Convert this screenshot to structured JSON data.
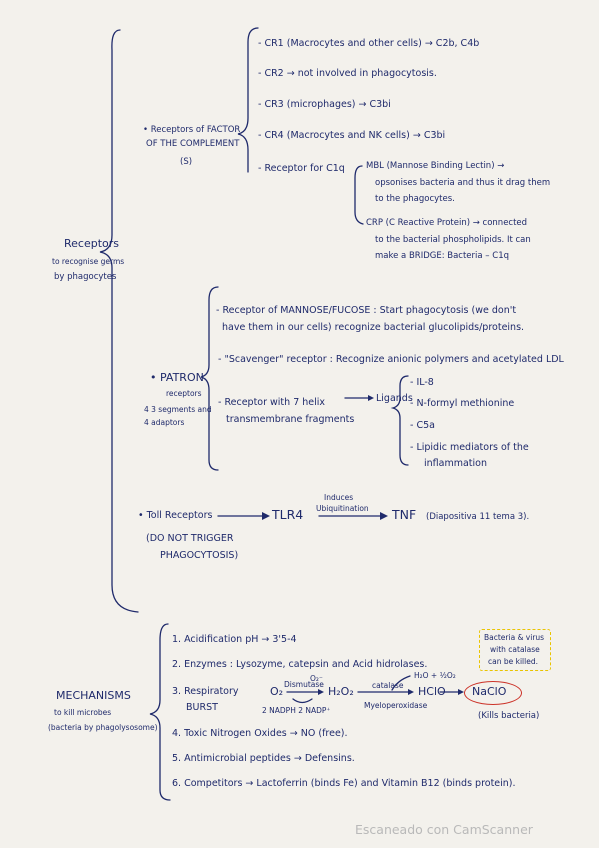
{
  "receptors": {
    "title": [
      "Receptors",
      "to recognise germs",
      "by phagocytes"
    ],
    "complement": {
      "label": [
        "• Receptors of FACTOR",
        "OF THE COMPLEMENT",
        "(S)"
      ],
      "cr1": "- CR1 (Macrocytes and other cells) → C2b, C4b",
      "cr2": "- CR2 → not involved in phagocytosis.",
      "cr3": "- CR3 (microphages) → C3bi",
      "cr4": "- CR4 (Macrocytes and NK cells) → C3bi",
      "c1q": "- Receptor for C1q",
      "mbl": [
        "MBL (Mannose Binding Lectin) →",
        "opsonises bacteria and thus it drag them",
        "to the phagocytes."
      ],
      "crp": [
        "CRP (C Reactive Protein) → connected",
        "to the bacterial phospholipids. It can",
        "make a BRIDGE: Bacteria – C1q"
      ]
    },
    "patron": {
      "label": [
        "• PATRON",
        "receptors",
        "4 3 segments and",
        "4 adaptors"
      ],
      "mannose": [
        "- Receptor of MANNOSE/FUCOSE : Start phagocytosis (we don't",
        "have them in our cells) recognize bacterial glucolipids/proteins."
      ],
      "scavenger": "- \"Scavenger\" receptor : Recognize anionic polymers and acetylated LDL",
      "seven": [
        "- Receptor with 7 helix",
        "transmembrane fragments"
      ],
      "ligands_label": "Ligands",
      "ligands": [
        "- IL-8",
        "- N-formyl methionine",
        "- C5a",
        "- Lipidic mediators of the",
        "inflammation"
      ]
    },
    "toll": {
      "label": "• Toll Receptors",
      "note": [
        "(DO NOT TRIGGER",
        "PHAGOCYTOSIS)"
      ],
      "tlr": "TLR4",
      "induces": [
        "Induces",
        "Ubiquitination"
      ],
      "tnf": "TNF",
      "tnf_note": "(Diapositiva 11 tema 3)."
    }
  },
  "mechanisms": {
    "title": [
      "MECHANISMS",
      "to kill microbes",
      "(bacteria by phagolysosome)"
    ],
    "items": [
      "1. Acidification pH → 3'5-4",
      "2. Enzymes : Lysozyme, catepsin and Acid hidrolases.",
      "4. Toxic Nitrogen Oxides → NO (free).",
      "5. Antimicrobial peptides → Defensins.",
      "6. Competitors → Lactoferrin (binds Fe) and Vitamin B12 (binds protein)."
    ],
    "respiratory": {
      "label": [
        "3. Respiratory",
        "BURST"
      ],
      "o2": "O₂",
      "dismutase": "Dismutase",
      "o2minus": "O₂⁻",
      "nadph": "2 NADPH   2 NADP⁺",
      "h2o2": "H₂O₂",
      "catalase": "catalase",
      "h2o_o2": "H₂O + ½O₂",
      "myeloperoxidase": "Myeloperoxidase",
      "hclo": "HClO",
      "naclo": "NaClO",
      "kills": "(Kills bacteria)",
      "note": [
        "Bacteria & virus",
        "with catalase",
        "can be killed."
      ]
    }
  },
  "watermark": "Escaneado con CamScanner"
}
